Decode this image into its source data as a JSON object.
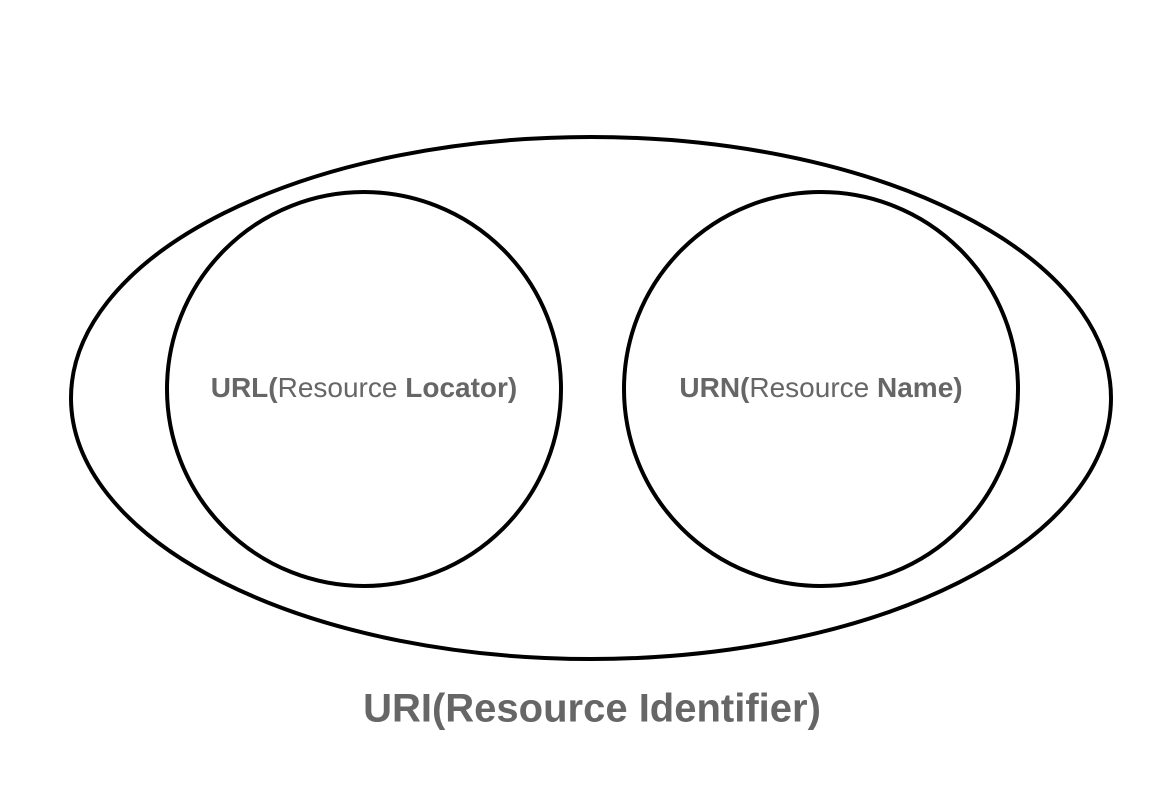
{
  "diagram": {
    "url": {
      "prefix": "URL(",
      "middle": "Resource ",
      "bold_word": "Locator",
      "suffix": ")"
    },
    "urn": {
      "prefix": "URN(",
      "middle": "Resource ",
      "bold_word": "Name",
      "suffix": ")"
    },
    "uri": {
      "label": "URI(Resource Identifier)"
    }
  },
  "colors": {
    "outline": "#000000",
    "text": "#666666"
  }
}
